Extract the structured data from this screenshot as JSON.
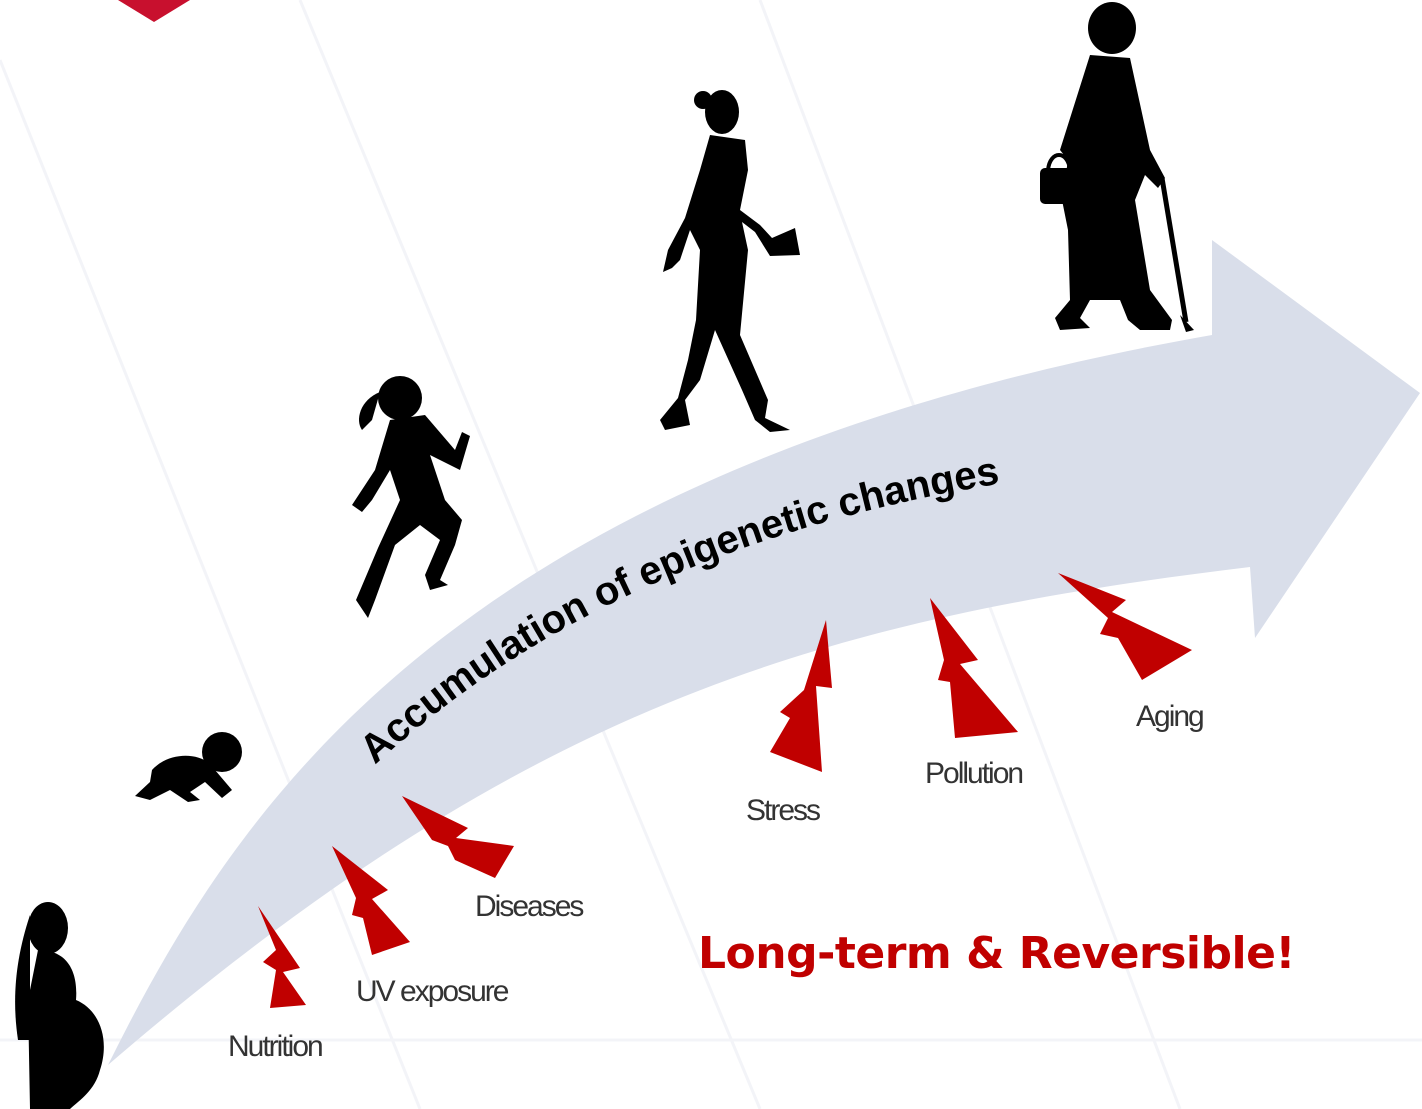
{
  "arrow": {
    "label": "Accumulation of epigenetic changes",
    "color": "#d9deea"
  },
  "tagline": "Long-term & Reversible!",
  "accent_color": "#c00000",
  "factors": [
    {
      "name": "nutrition",
      "label": "Nutrition"
    },
    {
      "name": "uv-exposure",
      "label": "UV exposure"
    },
    {
      "name": "diseases",
      "label": "Diseases"
    },
    {
      "name": "stress",
      "label": "Stress"
    },
    {
      "name": "pollution",
      "label": "Pollution"
    },
    {
      "name": "aging",
      "label": "Aging"
    }
  ],
  "life_stages": [
    "pregnant-woman",
    "crawling-baby",
    "running-child",
    "walking-woman",
    "elderly-woman"
  ]
}
